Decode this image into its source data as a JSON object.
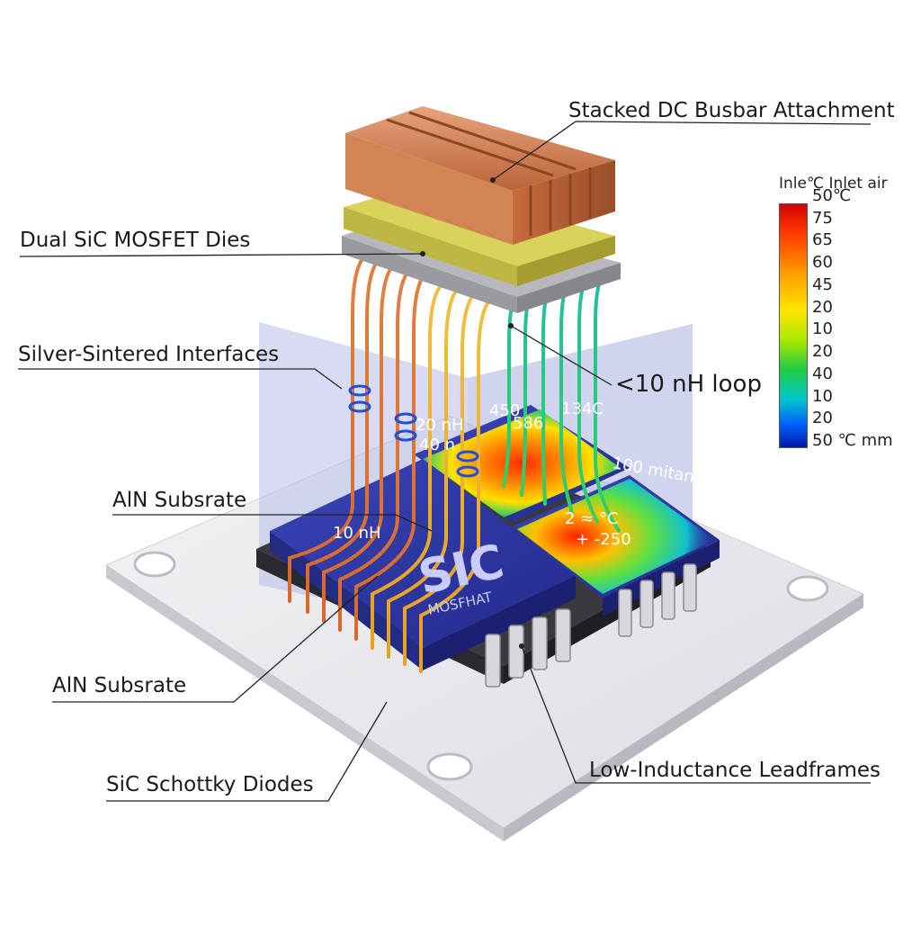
{
  "callouts": {
    "busbar": "Stacked DC Busbar Attachment",
    "mosfet_dies": "Dual SiC MOSFET Dies",
    "silver_sintered": "Silver-Sintered Interfaces",
    "loop": "<10 nH loop",
    "aln_upper": "AlN Subsrate",
    "aln_lower": "AlN Subsrate",
    "schottky": "SiC Schottky Diodes",
    "leadframes": "Low-Inductance Leadframes"
  },
  "legend": {
    "title": "Inle℃ Inlet air",
    "ticks": [
      "50℃",
      "75",
      "65",
      "60",
      "45",
      "20",
      "10",
      "20",
      "40",
      "10",
      "20",
      "50 ℃ mm"
    ]
  },
  "chip_labels": {
    "main": "SIC",
    "sub": "MOSFHAT"
  },
  "floating_labels": [
    "20 nH",
    "40 n",
    "450",
    "586",
    "134C",
    "10 nH",
    "100 mitans",
    "2 ≈ °C",
    "+ -250"
  ],
  "colors": {
    "copper": "#c8733f",
    "chip_blue": "#2b36a0",
    "substrate_yellow": "#cfc84a",
    "board": "#ececf0"
  }
}
